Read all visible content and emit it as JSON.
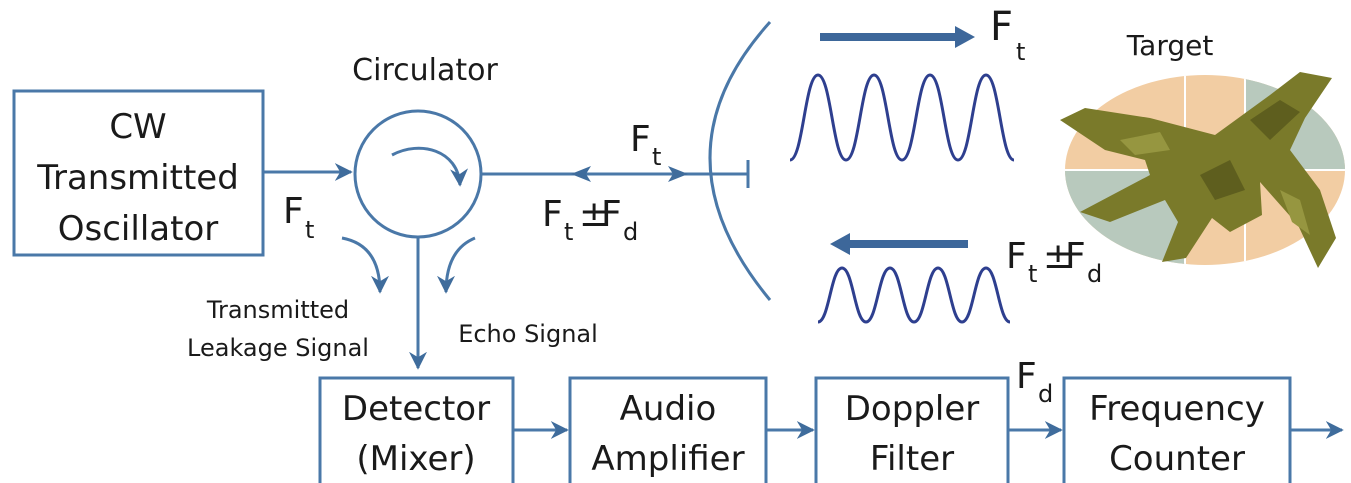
{
  "boxes": {
    "oscillator": [
      "CW",
      "Transmitted",
      "Oscillator"
    ],
    "detector": [
      "Detector",
      "(Mixer)"
    ],
    "audio": [
      "Audio",
      "Amplifier"
    ],
    "doppler": [
      "Doppler",
      "Filter"
    ],
    "counter": [
      "Frequency",
      "Counter"
    ]
  },
  "labels": {
    "circulator": "Circulator",
    "target": "Target",
    "transmitted_leakage": [
      "Transmitted",
      "Leakage Signal"
    ],
    "echo": "Echo Signal"
  },
  "symbols": {
    "F": "F",
    "t": "t",
    "d": "d",
    "pm": "±"
  },
  "colors": {
    "line": "#4a78a8",
    "wave": "#2e3f8f",
    "target_oval": "#f2cda3",
    "target_oval_alt": "#b8c9bd",
    "aircraft": "#7a7a2a"
  }
}
